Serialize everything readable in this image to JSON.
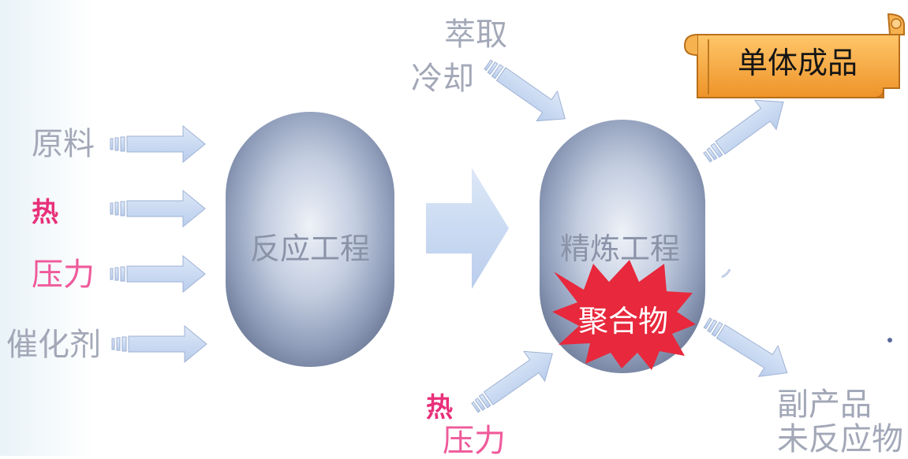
{
  "inputs": {
    "raw_material": "原料",
    "heat": "热",
    "pressure": "压力",
    "catalyst": "催化剂"
  },
  "reaction_vessel": "反应工程",
  "refining_vessel": "精炼工程",
  "refining_inputs": {
    "extraction": "萃取",
    "cooling": "冷却",
    "heat": "热",
    "pressure": "压力"
  },
  "polymer_burst": "聚合物",
  "product_banner": "单体成品",
  "byproducts": {
    "byproduct": "副产品",
    "unreacted": "未反应物"
  },
  "colors": {
    "vessel": "#8d9cb8",
    "arrow": "#c9d9f2",
    "burst": "#e8283c",
    "banner": "#f3a23a",
    "hot_text": "#e8307a",
    "pink_text": "#ef5a9a",
    "gray_text": "#a3a8b8"
  }
}
